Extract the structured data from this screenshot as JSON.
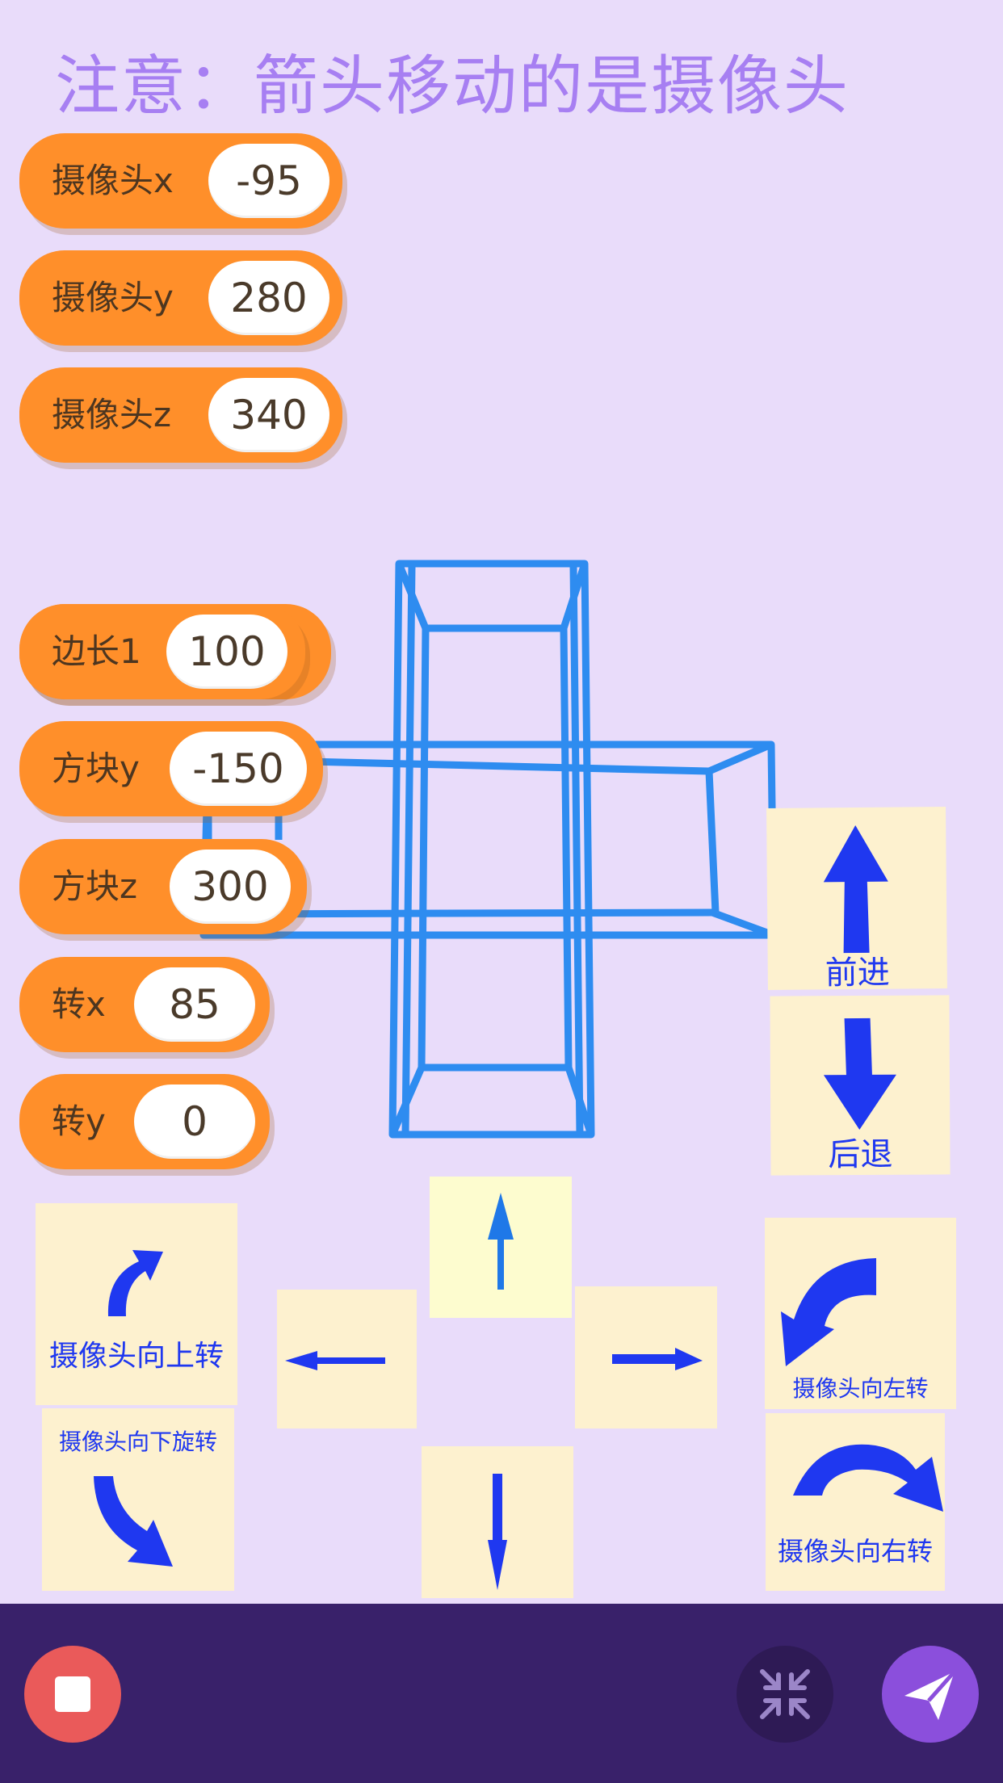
{
  "title": "注意：箭头移动的是摄像头",
  "monitors": [
    {
      "label": "摄像头x",
      "value": "-95"
    },
    {
      "label": "摄像头y",
      "value": "280"
    },
    {
      "label": "摄像头z",
      "value": "340"
    },
    {
      "label": "边长1",
      "value": "100"
    },
    {
      "label": "方块y",
      "value": "-150"
    },
    {
      "label": "方块z",
      "value": "300"
    },
    {
      "label": "转x",
      "value": "85"
    },
    {
      "label": "转y",
      "value": "0"
    }
  ],
  "controls": {
    "forward": "前进",
    "backward": "后退",
    "turn_up": "摄像头向上转",
    "turn_down": "摄像头向下旋转",
    "turn_left": "摄像头向左转",
    "turn_right": "摄像头向右转"
  },
  "colors": {
    "background": "#e9dcfa",
    "title": "#a77ff2",
    "monitor": "#ff8f2a",
    "wireframe": "#2e8cf0",
    "arrow": "#1f38f0",
    "card": "#fdf1cf",
    "bar": "#39216a",
    "stop": "#ea5a5a",
    "send": "#8b4fdc"
  },
  "icons": {
    "stop": "stop-icon",
    "collapse": "collapse-icon",
    "send": "send-icon"
  }
}
